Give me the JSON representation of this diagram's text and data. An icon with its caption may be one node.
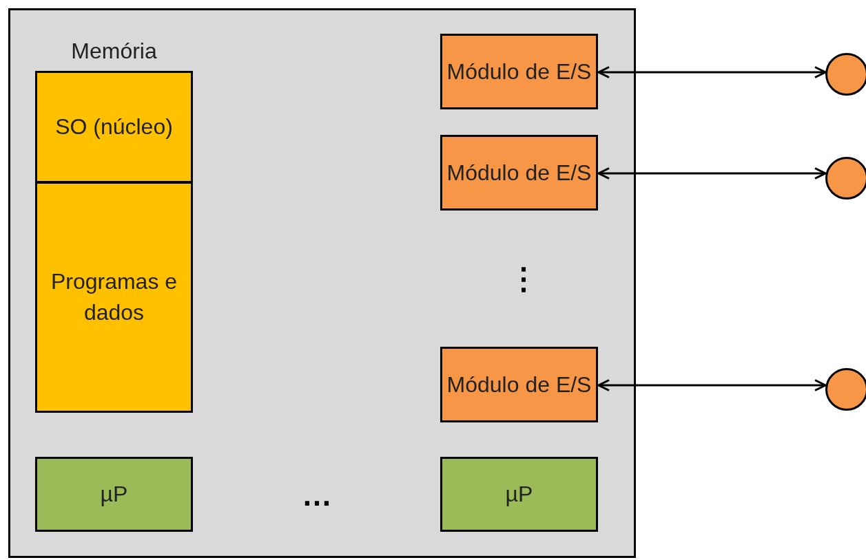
{
  "diagram": {
    "nodes": [
      {
        "text": [],
        "shape": "box"
      },
      {
        "text": [
          "Memória"
        ],
        "in": 0
      },
      {
        "text": [
          "SO (núcleo)"
        ],
        "in": 1
      },
      {
        "text": [
          "Programas e dados"
        ],
        "in": 1
      },
      {
        "text": [
          "Módulo de E/S"
        ],
        "in": 0
      },
      {
        "text": [
          "Módulo de E/S"
        ],
        "in": 0
      },
      {
        "text": [
          "Módulo de E/S"
        ],
        "in": 0
      },
      {
        "text": [
          "µP"
        ],
        "in": 0
      },
      {
        "text": [
          "µP"
        ],
        "in": 0
      },
      {
        "text": [],
        "shape": "circle"
      },
      {
        "text": [],
        "shape": "circle"
      },
      {
        "text": [],
        "shape": "circle"
      }
    ],
    "edges": [
      {
        "from": 4,
        "to": 9,
        "arrow": "both"
      },
      {
        "from": 5,
        "to": 10,
        "arrow": "both"
      },
      {
        "from": 6,
        "to": 11,
        "arrow": "both"
      }
    ],
    "labels": [
      "⋮",
      "…"
    ]
  }
}
